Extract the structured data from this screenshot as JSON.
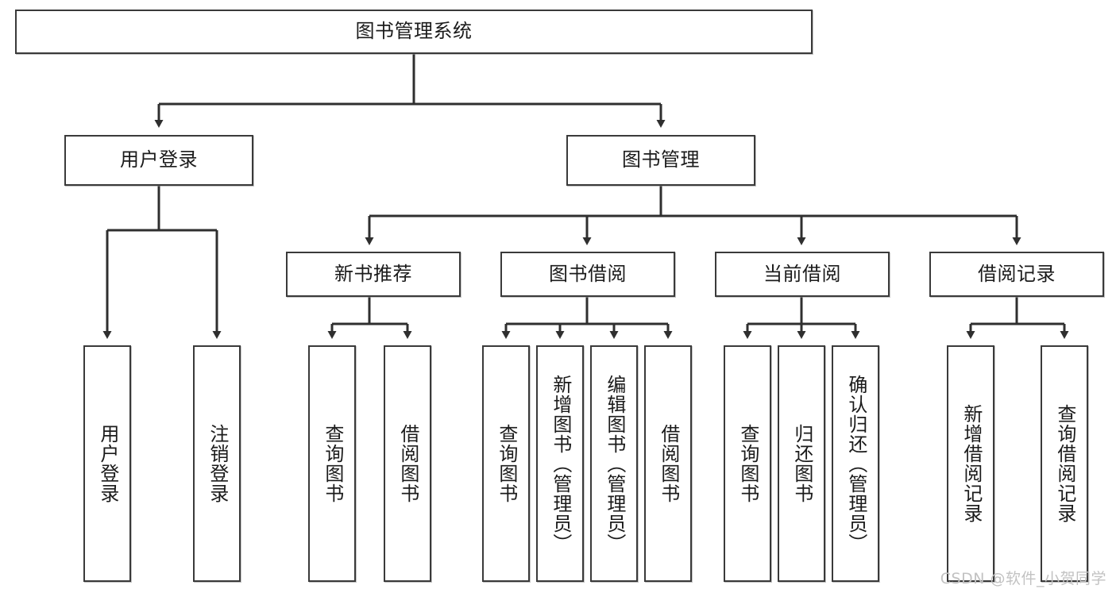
{
  "diagram": {
    "type": "tree-hierarchy",
    "title": "图书管理系统",
    "watermark": "CSDN @软件_小贺同学",
    "colors": {
      "box_border": "#3a3a3a",
      "box_fill": "#ffffff",
      "connector": "#2f2f2f",
      "text": "#1b1b1b",
      "watermark": "#c2c2c2"
    },
    "levels": {
      "level1": [
        {
          "id": "root",
          "label": "图书管理系统"
        }
      ],
      "level2": [
        {
          "id": "user-login",
          "label": "用户登录"
        },
        {
          "id": "book-manage",
          "label": "图书管理"
        }
      ],
      "level3": [
        {
          "id": "new-book-recommend",
          "label": "新书推荐",
          "parent": "book-manage"
        },
        {
          "id": "book-borrow",
          "label": "图书借阅",
          "parent": "book-manage"
        },
        {
          "id": "current-borrow",
          "label": "当前借阅",
          "parent": "book-manage"
        },
        {
          "id": "borrow-record",
          "label": "借阅记录",
          "parent": "book-manage"
        }
      ],
      "level4": [
        {
          "id": "leaf-user-login",
          "label": "用户登录",
          "parent": "user-login"
        },
        {
          "id": "leaf-logout",
          "label": "注销登录",
          "parent": "user-login"
        },
        {
          "id": "leaf-query-book-1",
          "label": "查询图书",
          "parent": "new-book-recommend"
        },
        {
          "id": "leaf-borrow-book-1",
          "label": "借阅图书",
          "parent": "new-book-recommend"
        },
        {
          "id": "leaf-query-book-2",
          "label": "查询图书",
          "parent": "book-borrow"
        },
        {
          "id": "leaf-add-book",
          "label": "新增图书（管理员）",
          "parent": "book-borrow"
        },
        {
          "id": "leaf-edit-book",
          "label": "编辑图书（管理员）",
          "parent": "book-borrow"
        },
        {
          "id": "leaf-borrow-book-2",
          "label": "借阅图书",
          "parent": "book-borrow"
        },
        {
          "id": "leaf-query-book-3",
          "label": "查询图书",
          "parent": "current-borrow"
        },
        {
          "id": "leaf-return-book",
          "label": "归还图书",
          "parent": "current-borrow"
        },
        {
          "id": "leaf-confirm-return",
          "label": "确认归还（管理员）",
          "parent": "current-borrow"
        },
        {
          "id": "leaf-add-record",
          "label": "新增借阅记录",
          "parent": "borrow-record"
        },
        {
          "id": "leaf-query-record",
          "label": "查询借阅记录",
          "parent": "borrow-record"
        }
      ]
    }
  }
}
